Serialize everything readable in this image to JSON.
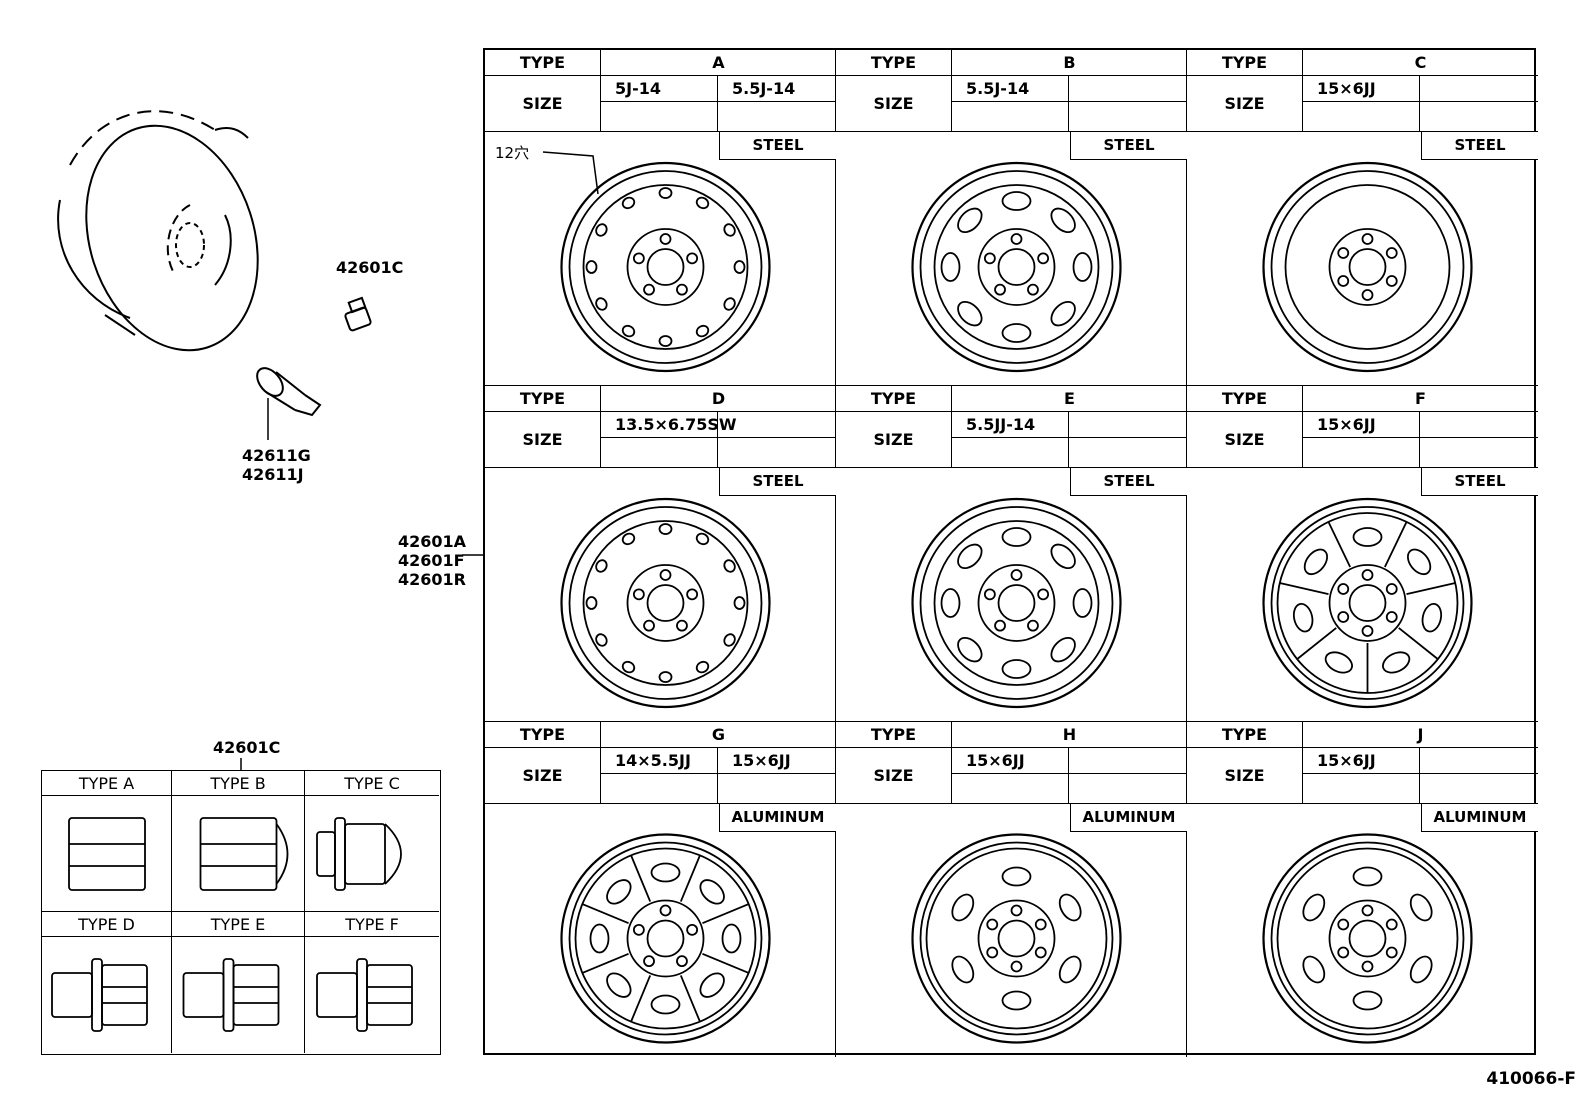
{
  "part_numbers": {
    "valve_cap": "42601C",
    "valve": [
      "42611G",
      "42611J"
    ],
    "wheel": [
      "42601A",
      "42601F",
      "42601R"
    ],
    "nut_group": "42601C"
  },
  "wheel_table": {
    "type_label": "TYPE",
    "size_label": "SIZE",
    "hole_note": "12穴",
    "panels": [
      {
        "type": "A",
        "sizes": [
          "5J-14",
          "5.5J-14"
        ],
        "material": "STEEL"
      },
      {
        "type": "B",
        "sizes": [
          "5.5J-14",
          ""
        ],
        "material": "STEEL"
      },
      {
        "type": "C",
        "sizes": [
          "15×6JJ",
          ""
        ],
        "material": "STEEL"
      },
      {
        "type": "D",
        "sizes": [
          "13.5×6.75SW",
          ""
        ],
        "material": "STEEL"
      },
      {
        "type": "E",
        "sizes": [
          "5.5JJ-14",
          ""
        ],
        "material": "STEEL"
      },
      {
        "type": "F",
        "sizes": [
          "15×6JJ",
          ""
        ],
        "material": "STEEL"
      },
      {
        "type": "G",
        "sizes": [
          "14×5.5JJ",
          "15×6JJ"
        ],
        "material": "ALUMINUM"
      },
      {
        "type": "H",
        "sizes": [
          "15×6JJ",
          ""
        ],
        "material": "ALUMINUM"
      },
      {
        "type": "J",
        "sizes": [
          "15×6JJ",
          ""
        ],
        "material": "ALUMINUM"
      }
    ]
  },
  "nut_types": [
    "TYPE A",
    "TYPE B",
    "TYPE C",
    "TYPE D",
    "TYPE E",
    "TYPE F"
  ],
  "diagram_code": "410066-F"
}
